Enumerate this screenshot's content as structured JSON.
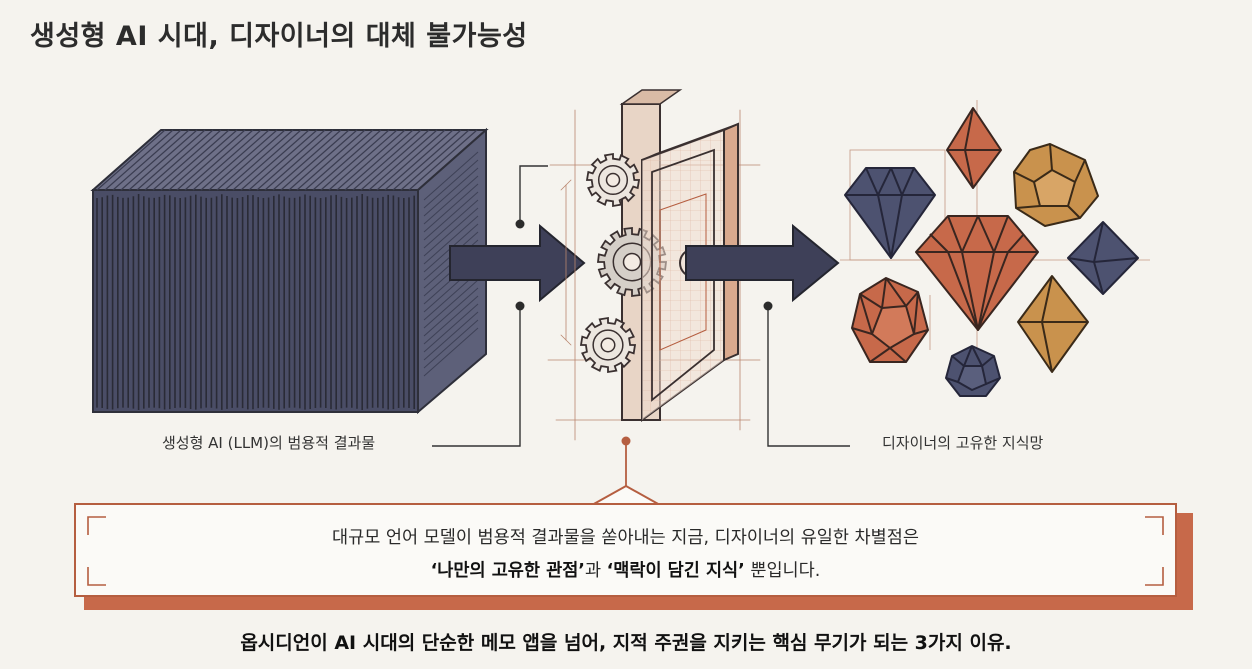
{
  "title": "생성형 AI 시대, 디자이너의 대체 불가능성",
  "captions": {
    "left": "생성형 AI (LLM)의 범용적 결과물",
    "right": "디자이너의 고유한 지식망"
  },
  "quote": {
    "line1": "대규모 언어 모델이 범용적 결과물을 쏟아내는 지금, 디자이너의 유일한 차별점은",
    "emphasis1": "‘나만의 고유한 관점’",
    "connector": "과 ",
    "emphasis2": "‘맥락이 담긴 지식’",
    "ending": " 뿐입니다."
  },
  "footer": "옵시디언이 AI 시대의 단순한 메모 앱을 넘어, 지적 주권을 지키는 핵심 무기가 되는 3가지 이유.",
  "colors": {
    "navy": "#4a4d66",
    "terracotta": "#c7694a",
    "ochre": "#c9924d",
    "ink": "#2e2f3a"
  }
}
